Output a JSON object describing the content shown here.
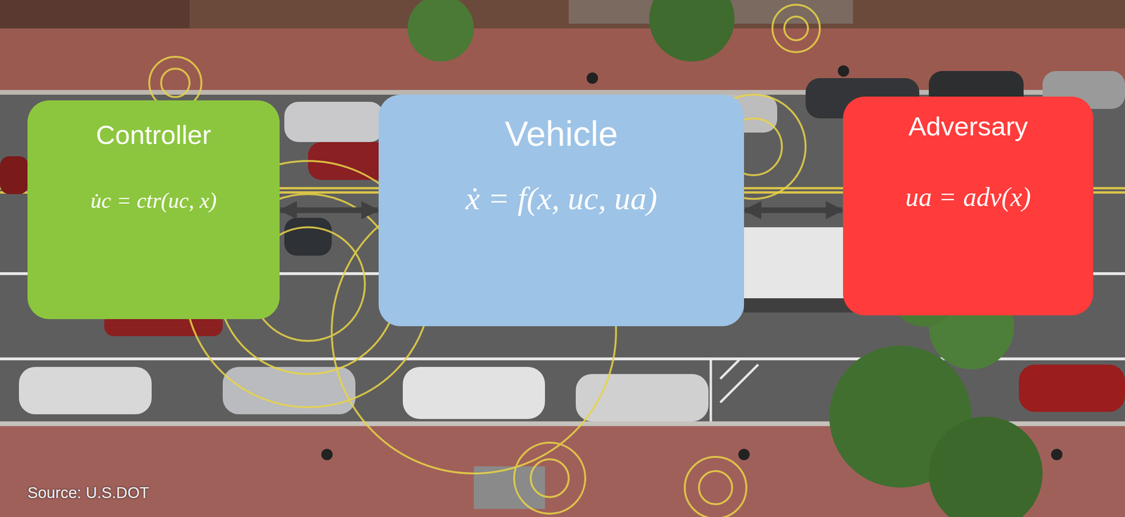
{
  "diagram": {
    "nodes": [
      {
        "text": [
          "Controller",
          "u̇c = ctr(uc, x)"
        ]
      },
      {
        "text": [
          "Vehicle",
          "ẋ = f(x, uc, ua)"
        ]
      },
      {
        "text": [
          "Adversary",
          "ua = adv(x)"
        ]
      }
    ],
    "edges": [
      {
        "from": 0,
        "to": 1,
        "arrow": "both"
      },
      {
        "from": 1,
        "to": 2,
        "arrow": "both"
      }
    ],
    "labels": [
      "Source: U.S.DOT"
    ]
  }
}
